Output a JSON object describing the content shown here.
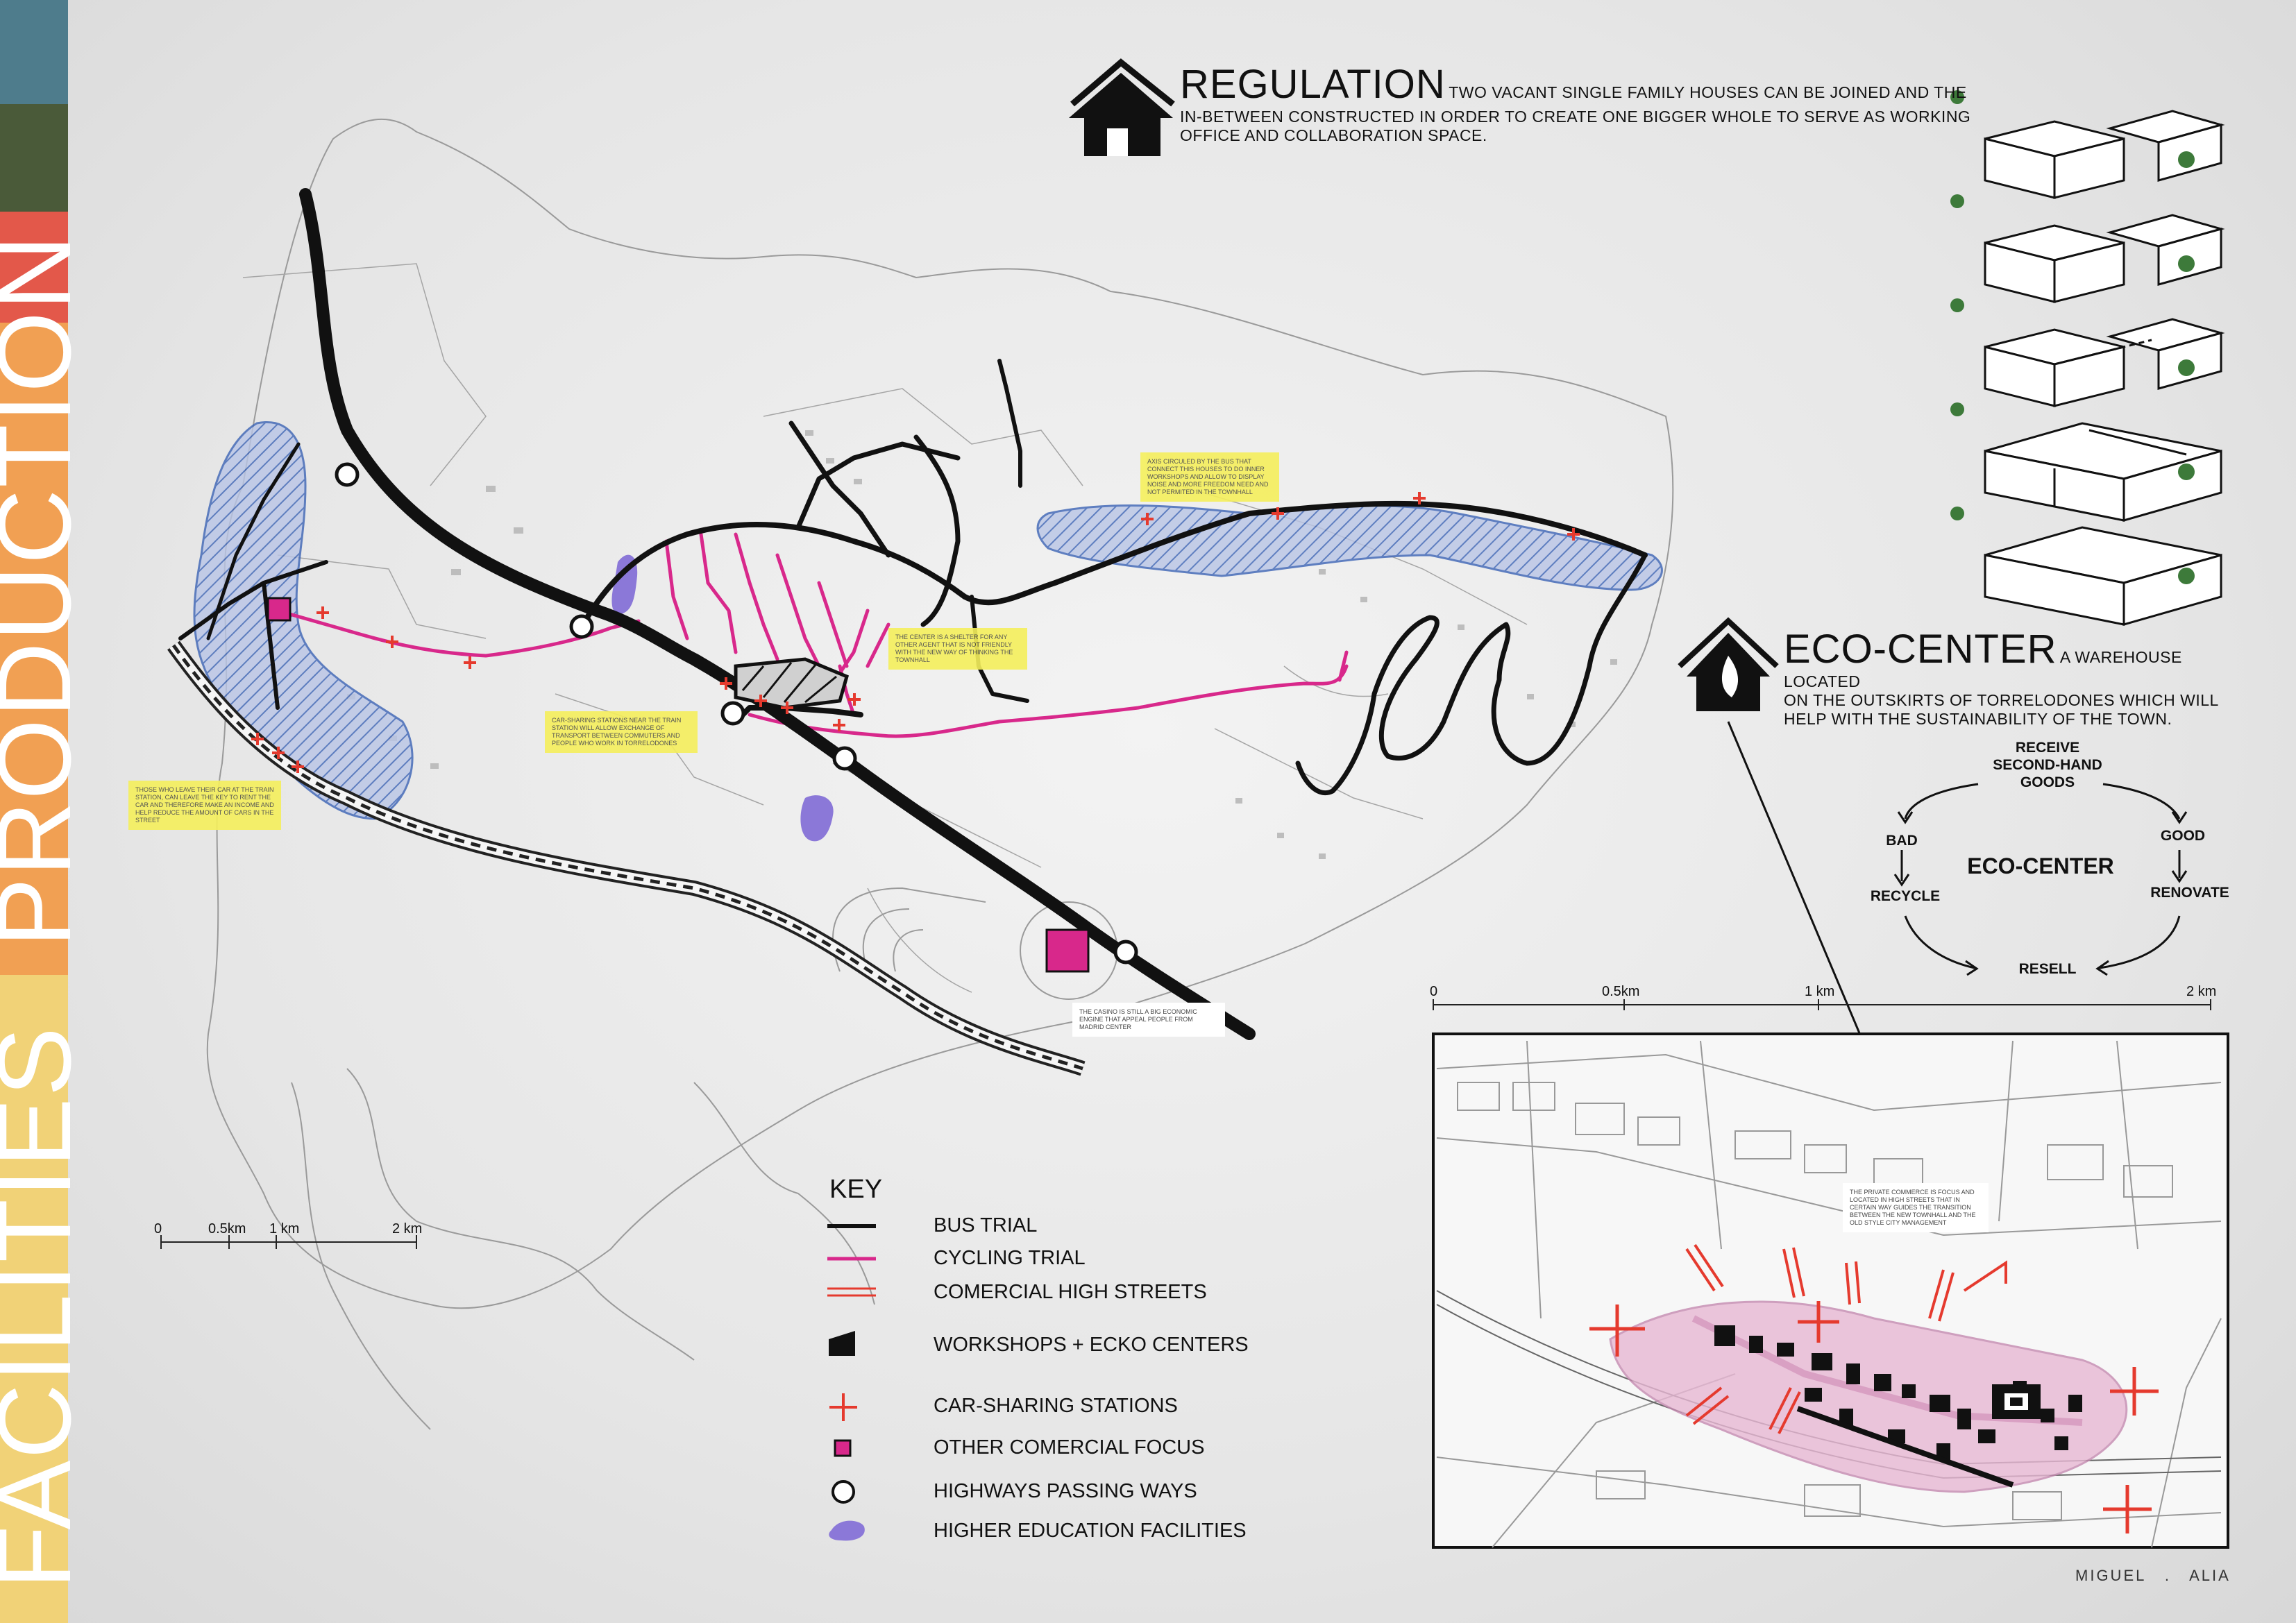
{
  "sidebar": {
    "bands": [
      {
        "name": "band-teal",
        "color": "#4e7c8c"
      },
      {
        "name": "band-olive",
        "color": "#4a5a39"
      },
      {
        "name": "band-red",
        "color": "#e3584a"
      },
      {
        "name": "band-orange",
        "color": "#f1a053"
      },
      {
        "name": "band-yellow",
        "color": "#f1d277"
      }
    ],
    "production_label": "PRODUCTION",
    "facilities_label": "FACILITIES"
  },
  "regulation": {
    "title": "REGULATION",
    "text_line1": "TWO VACANT SINGLE FAMILY HOUSES CAN BE JOINED AND THE",
    "text_line2": "IN-BETWEEN CONSTRUCTED IN ORDER TO CREATE ONE BIGGER WHOLE TO SERVE AS WORKING",
    "text_line3": "OFFICE AND COLLABORATION SPACE."
  },
  "eco_center": {
    "title": "ECO-CENTER",
    "text_line1": "A WAREHOUSE LOCATED",
    "text_line2": "ON THE OUTSKIRTS OF TORRELODONES WHICH WILL",
    "text_line3": "HELP WITH THE SUSTAINABILITY OF THE TOWN."
  },
  "cycle": {
    "receive_line1": "RECEIVE",
    "receive_line2": "SECOND-HAND",
    "receive_line3": "GOODS",
    "bad": "BAD",
    "good": "GOOD",
    "center": "ECO-CENTER",
    "recycle": "RECYCLE",
    "renovate": "RENOVATE",
    "resell": "RESELL"
  },
  "notes": {
    "note1": "AXIS CIRCULED BY THE BUS THAT CONNECT THIS HOUSES TO DO INNER WORKSHOPS AND ALLOW TO DISPLAY NOISE AND MORE FREEDOM NEED AND NOT PERMITED IN THE TOWNHALL",
    "note2": "THE CENTER IS A SHELTER FOR ANY OTHER AGENT THAT IS NOT FRIENDLY WITH THE NEW WAY OF THINKING THE TOWNHALL",
    "note3": "CAR-SHARING STATIONS NEAR THE TRAIN STATION WILL ALLOW EXCHANGE OF TRANSPORT BETWEEN COMMUTERS AND PEOPLE WHO WORK IN TORRELODONES",
    "note4": "THOSE WHO LEAVE THEIR CAR AT THE TRAIN STATION, CAN LEAVE THE KEY TO RENT THE CAR AND THEREFORE MAKE AN INCOME AND HELP REDUCE THE AMOUNT OF CARS IN THE STREET",
    "note5": "THE CASINO IS STILL A BIG ECONOMIC ENGINE THAT APPEAL PEOPLE FROM MADRID CENTER",
    "note6": "THE PRIVATE COMMERCE IS FOCUS AND LOCATED IN HIGH STREETS THAT IN CERTAIN WAY GUIDES THE TRANSITION BETWEEN THE NEW TOWNHALL AND THE OLD STYLE CITY MANAGEMENT"
  },
  "key": {
    "title": "KEY",
    "items": [
      {
        "label": "BUS TRIAL"
      },
      {
        "label": "CYCLING TRIAL"
      },
      {
        "label": "COMERCIAL HIGH STREETS"
      },
      {
        "label": "WORKSHOPS + ECKO CENTERS"
      },
      {
        "label": "CAR-SHARING STATIONS"
      },
      {
        "label": "OTHER COMERCIAL FOCUS"
      },
      {
        "label": "HIGHWAYS PASSING WAYS"
      },
      {
        "label": "HIGHER EDUCATION FACILITIES"
      }
    ]
  },
  "scale_main": {
    "s0": "0",
    "s1": "0.5km",
    "s2": "1 km",
    "s3": "2 km"
  },
  "scale_inset": {
    "s0": "0",
    "s1": "0.5km",
    "s2": "1 km",
    "s3": "2 km"
  },
  "author": {
    "first": "MIGUEL",
    "dot": ".",
    "last": "ALIA"
  },
  "colors": {
    "bus": "#111111",
    "cycling": "#d8288b",
    "commercial": "#e53a2e",
    "education": "#7d6ad0",
    "focus": "#d8288b",
    "hatch": "#3b63b5"
  }
}
